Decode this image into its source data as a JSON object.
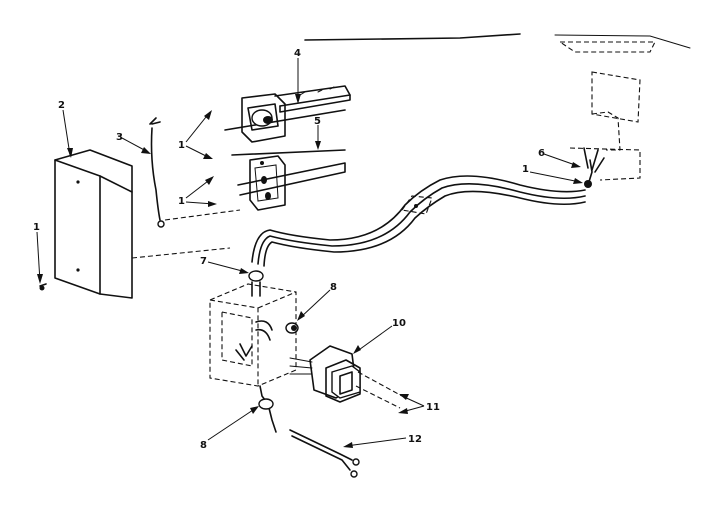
{
  "callouts": {
    "c1_left": "1",
    "c2": "2",
    "c3": "3",
    "c1_top_a": "1",
    "c1_top_b": "1",
    "c4": "4",
    "c5": "5",
    "c6": "6",
    "c1_right": "1",
    "c7": "7",
    "c8_top": "8",
    "c8_bottom": "8",
    "c10": "10",
    "c11": "11",
    "c12": "12"
  }
}
